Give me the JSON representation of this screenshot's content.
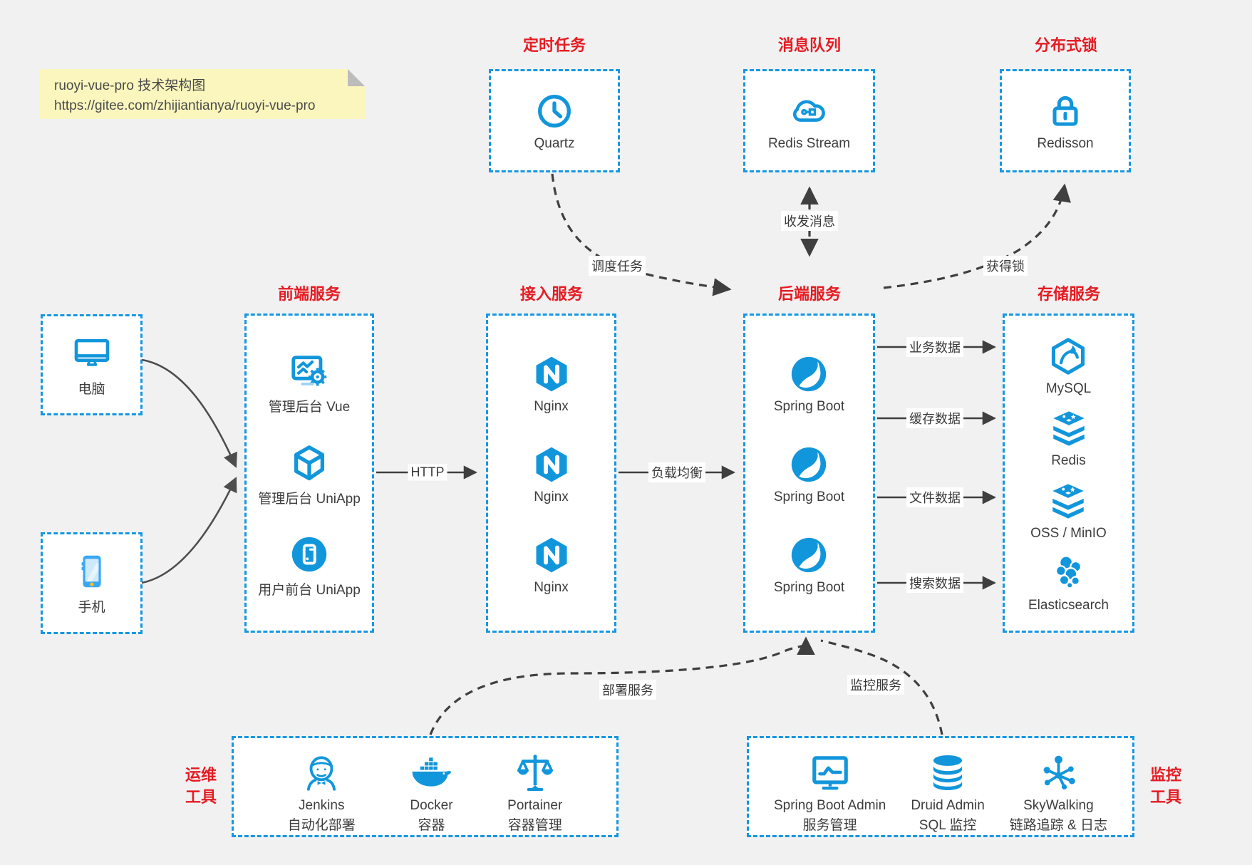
{
  "note": {
    "title": "ruoyi-vue-pro 技术架构图",
    "url": "https://gitee.com/zhijiantianya/ruoyi-vue-pro"
  },
  "colors": {
    "accent_blue": "#1296db",
    "title_red": "#e51c23",
    "connector_dark": "#3f3f3f",
    "background": "#f1f1f2",
    "note_yellow": "#fbf6bd"
  },
  "top_services": [
    {
      "title": "定时任务",
      "label": "Quartz",
      "icon": "clock-icon"
    },
    {
      "title": "消息队列",
      "label": "Redis Stream",
      "icon": "cloud-stream-icon"
    },
    {
      "title": "分布式锁",
      "label": "Redisson",
      "icon": "lock-icon"
    }
  ],
  "clients": [
    {
      "label": "电脑",
      "icon": "desktop-icon"
    },
    {
      "label": "手机",
      "icon": "smartphone-icon"
    }
  ],
  "columns": [
    {
      "title": "前端服务",
      "items": [
        {
          "label": "管理后台 Vue",
          "icon": "admin-vue-icon"
        },
        {
          "label": "管理后台 UniApp",
          "icon": "uniapp-cube-icon"
        },
        {
          "label": "用户前台 UniApp",
          "icon": "mobile-app-icon"
        }
      ]
    },
    {
      "title": "接入服务",
      "items": [
        {
          "label": "Nginx",
          "icon": "nginx-icon"
        },
        {
          "label": "Nginx",
          "icon": "nginx-icon"
        },
        {
          "label": "Nginx",
          "icon": "nginx-icon"
        }
      ]
    },
    {
      "title": "后端服务",
      "items": [
        {
          "label": "Spring Boot",
          "icon": "spring-icon"
        },
        {
          "label": "Spring Boot",
          "icon": "spring-icon"
        },
        {
          "label": "Spring Boot",
          "icon": "spring-icon"
        }
      ]
    },
    {
      "title": "存储服务",
      "items": [
        {
          "label": "MySQL",
          "icon": "mysql-icon"
        },
        {
          "label": "Redis",
          "icon": "redis-icon"
        },
        {
          "label": "OSS / MinIO",
          "icon": "storage-stack-icon"
        },
        {
          "label": "Elasticsearch",
          "icon": "elasticsearch-icon"
        }
      ]
    }
  ],
  "edge_labels": {
    "http": "HTTP",
    "load_balance": "负载均衡",
    "schedule": "调度任务",
    "messaging": "收发消息",
    "lock": "获得锁",
    "business_data": "业务数据",
    "cache_data": "缓存数据",
    "file_data": "文件数据",
    "search_data": "搜索数据",
    "deploy": "部署服务",
    "monitor": "监控服务"
  },
  "bottom_groups": [
    {
      "title_line1": "运维",
      "title_line2": "工具",
      "items": [
        {
          "name": "Jenkins",
          "desc": "自动化部署",
          "icon": "jenkins-icon"
        },
        {
          "name": "Docker",
          "desc": "容器",
          "icon": "docker-icon"
        },
        {
          "name": "Portainer",
          "desc": "容器管理",
          "icon": "portainer-icon"
        }
      ]
    },
    {
      "title_line1": "监控",
      "title_line2": "工具",
      "items": [
        {
          "name": "Spring Boot Admin",
          "desc": "服务管理",
          "icon": "boot-admin-icon"
        },
        {
          "name": "Druid Admin",
          "desc": "SQL 监控",
          "icon": "druid-icon"
        },
        {
          "name": "SkyWalking",
          "desc": "链路追踪 & 日志",
          "icon": "skywalking-icon"
        }
      ]
    }
  ]
}
